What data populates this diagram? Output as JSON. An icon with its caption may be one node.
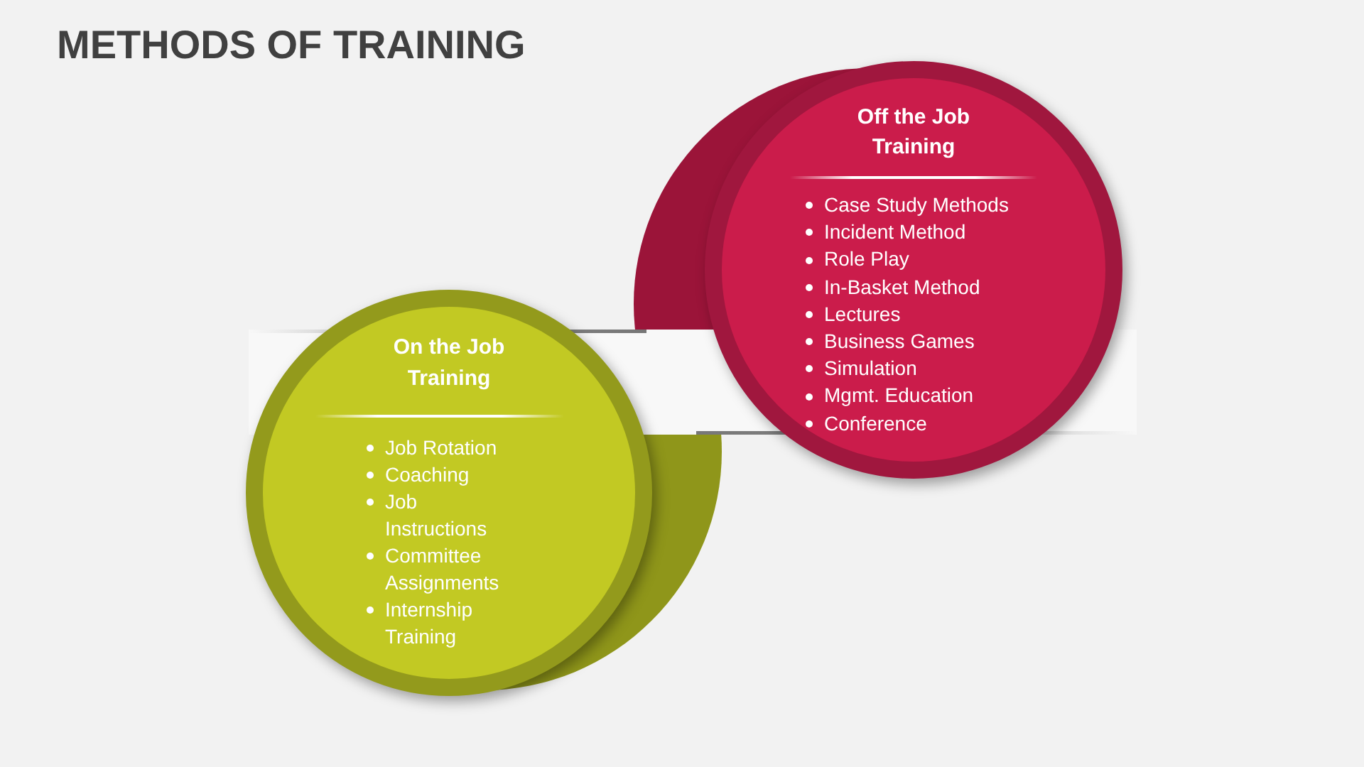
{
  "diagram": {
    "title": "METHODS OF TRAINING",
    "nodes": [
      {
        "text": [
          "On the Job Training",
          "Job Rotation",
          "Coaching",
          "Job Instructions",
          "Committee Assignments",
          "Internship Training"
        ]
      },
      {
        "text": [
          "Off the Job Training",
          "Case Study Methods",
          "Incident Method",
          "Role Play",
          "In-Basket Method",
          "Lectures",
          "Business Games",
          "Simulation",
          "Mgmt. Education",
          "Conference"
        ]
      }
    ]
  }
}
